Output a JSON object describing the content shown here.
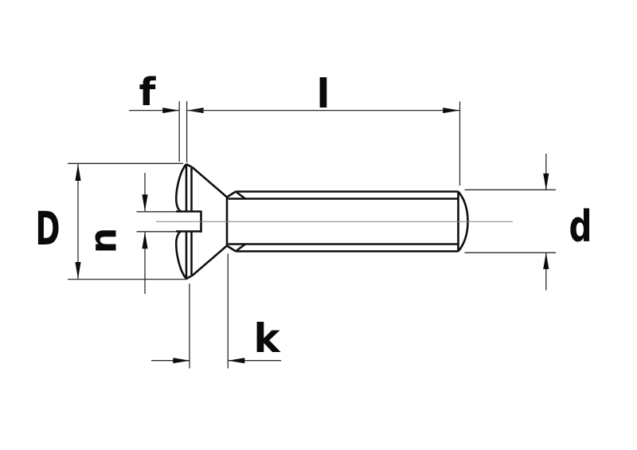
{
  "diagram": {
    "type": "technical-drawing",
    "subject": "slotted raised countersunk head screw, side view with dimension lines",
    "colors": {
      "background": "#ffffff",
      "outline": "#101010",
      "dimension-line": "#2d2d2d",
      "center-line": "#808080",
      "arrow": "#0c0c0c",
      "label": "#0a0a0a"
    },
    "labels": {
      "f": "f",
      "l": "l",
      "D": "D",
      "n": "n",
      "k": "k",
      "d": "d"
    }
  }
}
